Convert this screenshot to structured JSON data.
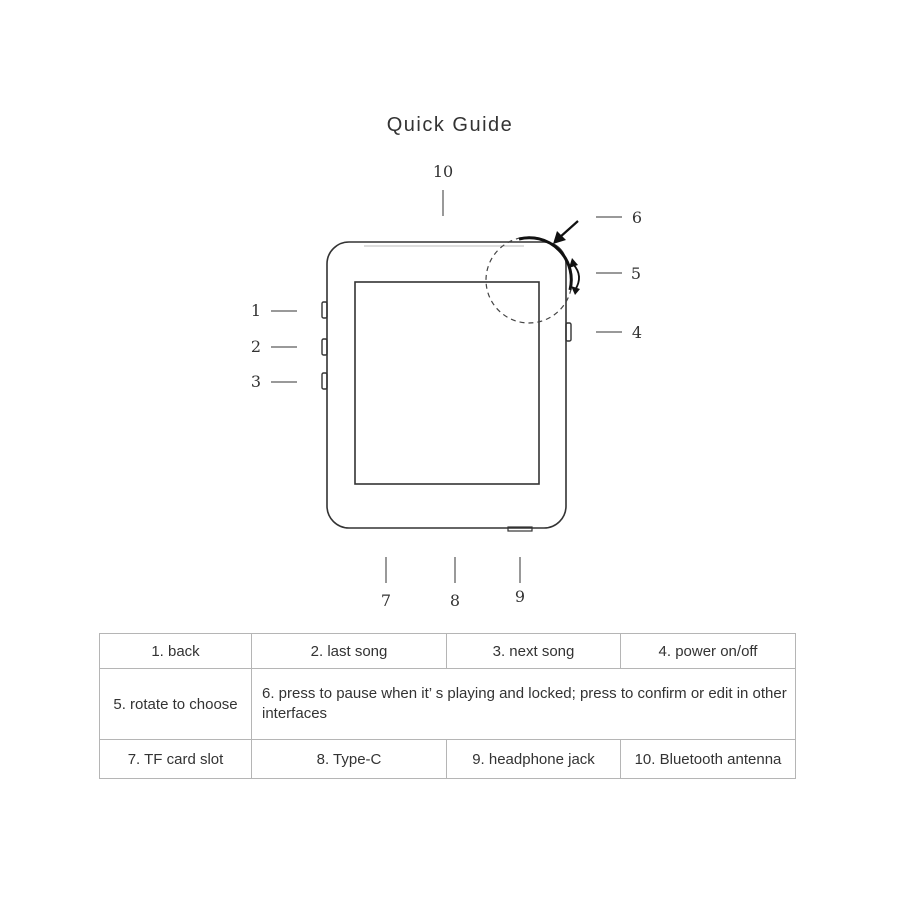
{
  "title": "Quick Guide",
  "callouts": {
    "n1": "1",
    "n2": "2",
    "n3": "3",
    "n4": "4",
    "n5": "5",
    "n6": "6",
    "n7": "7",
    "n8": "8",
    "n9": "9",
    "n10": "10"
  },
  "legend": {
    "back": "1. back",
    "last_song": "2. last song",
    "next_song": "3. next song",
    "power": "4. power on/off",
    "rotate": "5. rotate to choose",
    "press": "6. press to pause when it’ s playing and locked; press to confirm or edit in other interfaces",
    "tf_slot": "7. TF card slot",
    "type_c": "8. Type-C",
    "headphone": "9. headphone jack",
    "bluetooth": "10. Bluetooth antenna"
  }
}
